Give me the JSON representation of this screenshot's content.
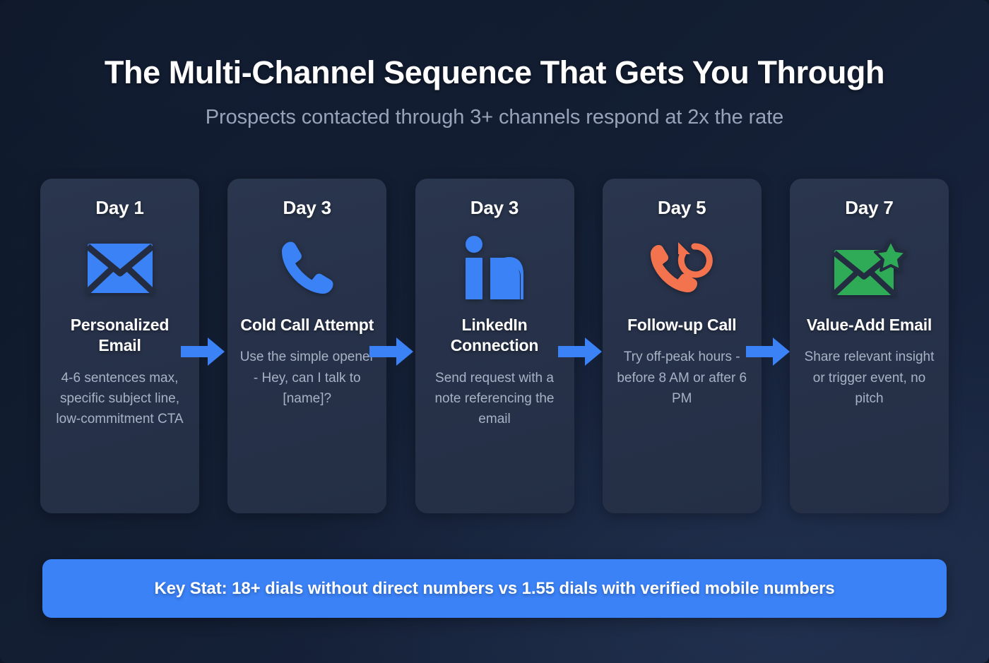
{
  "header": {
    "title": "The Multi-Channel Sequence That Gets You Through",
    "subtitle": "Prospects contacted through 3+ channels respond at 2x the rate"
  },
  "colors": {
    "background_top": "#0e1727",
    "background_bottom": "#1b2743",
    "card_background": "#27324a",
    "accent_blue": "#3b82f6",
    "accent_orange": "#f4734f",
    "accent_green": "#2faa56",
    "title_text": "#ffffff",
    "subtitle_text": "#97a3b8",
    "body_text": "#a7b2c4"
  },
  "steps": [
    {
      "day": "Day 1",
      "icon": "envelope-icon",
      "icon_color": "#3b82f6",
      "title": "Personalized Email",
      "description": "4-6 sentences max, specific subject line, low-commitment CTA"
    },
    {
      "day": "Day 3",
      "icon": "phone-icon",
      "icon_color": "#3b82f6",
      "title": "Cold Call Attempt",
      "description": "Use the simple opener - Hey, can I talk to [name]?"
    },
    {
      "day": "Day 3",
      "icon": "linkedin-icon",
      "icon_color": "#3b82f6",
      "title": "LinkedIn Connection",
      "description": "Send request with a note referencing the email"
    },
    {
      "day": "Day 5",
      "icon": "phone-callback-icon",
      "icon_color": "#f4734f",
      "title": "Follow-up Call",
      "description": "Try off-peak hours - before 8 AM or after 6 PM"
    },
    {
      "day": "Day 7",
      "icon": "envelope-star-icon",
      "icon_color": "#2faa56",
      "title": "Value-Add Email",
      "description": "Share relevant insight or trigger event, no pitch"
    }
  ],
  "connectors": [
    {
      "icon": "arrow-right-icon",
      "color": "#3b82f6"
    },
    {
      "icon": "arrow-right-icon",
      "color": "#3b82f6"
    },
    {
      "icon": "arrow-right-icon",
      "color": "#3b82f6"
    },
    {
      "icon": "arrow-right-icon",
      "color": "#3b82f6"
    }
  ],
  "key_stat": {
    "text": "Key Stat: 18+ dials without direct numbers vs 1.55 dials with verified mobile numbers"
  }
}
